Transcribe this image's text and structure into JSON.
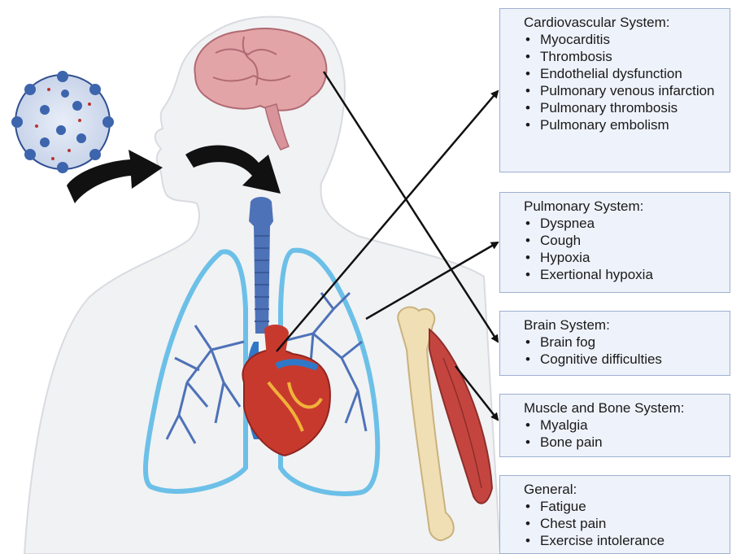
{
  "panels": {
    "cardiovascular": {
      "title": "Cardiovascular System:",
      "items": [
        "Myocarditis",
        "Thrombosis",
        "Endothelial dysfunction",
        "Pulmonary venous infarction",
        "Pulmonary thrombosis",
        "Pulmonary embolism"
      ]
    },
    "pulmonary": {
      "title": "Pulmonary System:",
      "items": [
        "Dyspnea",
        "Cough",
        "Hypoxia",
        "Exertional hypoxia"
      ]
    },
    "brain": {
      "title": "Brain System:",
      "items": [
        "Brain fog",
        "Cognitive difficulties"
      ]
    },
    "muscle_bone": {
      "title": "Muscle and Bone System:",
      "items": [
        "Myalgia",
        "Bone pain"
      ]
    },
    "general": {
      "title": "General:",
      "items": [
        "Fatigue",
        "Chest pain",
        "Exercise intolerance"
      ]
    }
  },
  "colors": {
    "panel_fill": "#eef2fa",
    "panel_border": "#9fb0d0",
    "body_silhouette": "#f1f2f4",
    "lung_outline": "#6cc0e8",
    "airway": "#4e72b8",
    "heart": "#c8392d",
    "brain": "#e3a4a8",
    "muscle": "#c4453f",
    "bone": "#f0dfb4",
    "virus": "#3c65ad",
    "arrow": "#111111"
  },
  "icons": [
    "virus-icon",
    "inhale-arrow-icon",
    "brain-icon",
    "trachea-icon",
    "lungs-icon",
    "heart-icon",
    "humerus-bone-icon",
    "muscle-icon"
  ]
}
